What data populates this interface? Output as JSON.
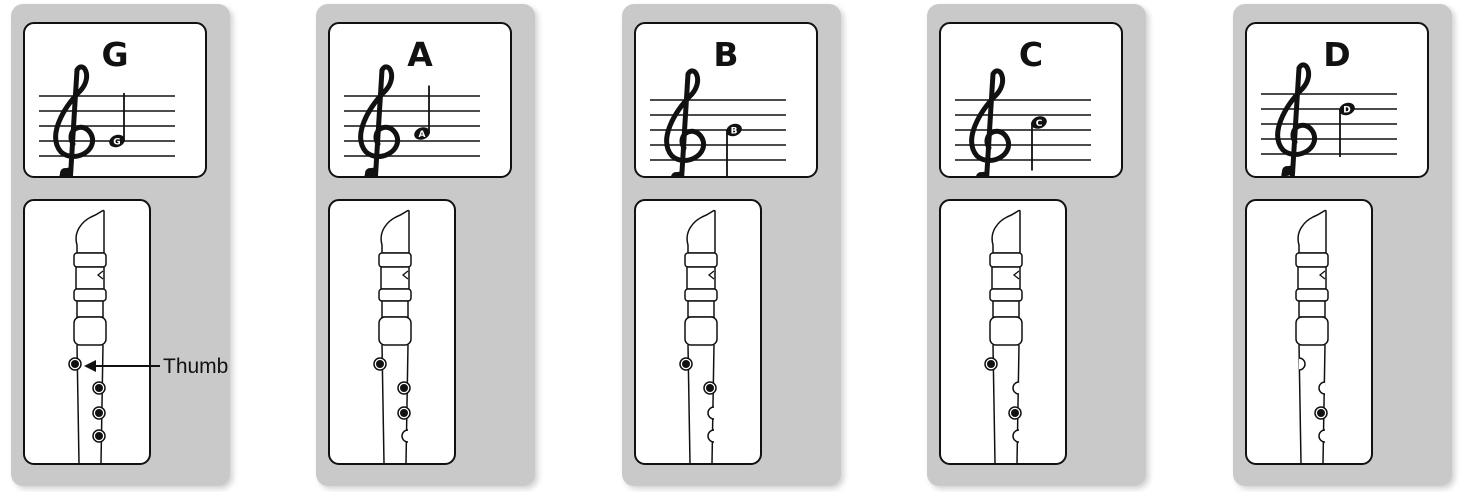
{
  "cards": [
    {
      "note": "G",
      "holes": [
        true,
        true,
        true,
        true,
        false,
        false,
        false,
        false
      ]
    },
    {
      "note": "A",
      "holes": [
        true,
        true,
        true,
        false,
        false,
        false,
        false,
        false
      ]
    },
    {
      "note": "B",
      "holes": [
        true,
        true,
        false,
        false,
        false,
        false,
        false,
        false
      ]
    },
    {
      "note": "C",
      "holes": [
        true,
        false,
        true,
        false,
        false,
        false,
        false,
        false
      ]
    },
    {
      "note": "D",
      "holes": [
        false,
        false,
        true,
        false,
        false,
        false,
        false,
        false
      ]
    }
  ],
  "note_positions": {
    "G": -2,
    "A": -1,
    "B": 0,
    "C": 1,
    "D": 2
  },
  "thumb_label": "Thumb",
  "colors": {
    "card": "#c9c9c9",
    "ink": "#111111",
    "paper": "#ffffff"
  }
}
